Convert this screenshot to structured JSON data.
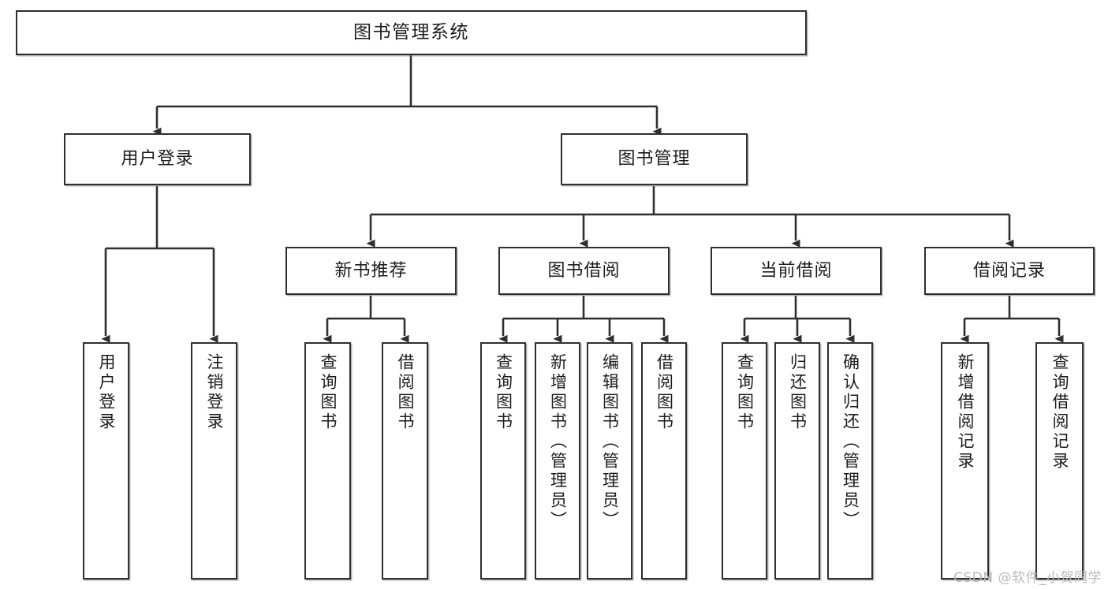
{
  "diagram": {
    "type": "tree-hierarchy-functional-decomposition",
    "root": {
      "id": "root",
      "label": "图书管理系统"
    },
    "level2": [
      {
        "id": "user-login",
        "label": "用户登录"
      },
      {
        "id": "book-management",
        "label": "图书管理"
      }
    ],
    "level3": [
      {
        "id": "new-book-recommend",
        "label": "新书推荐",
        "parent": "book-management"
      },
      {
        "id": "book-borrow",
        "label": "图书借阅",
        "parent": "book-management"
      },
      {
        "id": "current-borrow",
        "label": "当前借阅",
        "parent": "book-management"
      },
      {
        "id": "borrow-record",
        "label": "借阅记录",
        "parent": "book-management"
      }
    ],
    "leaves": [
      {
        "id": "leaf-user-login",
        "label": "用户登录",
        "parent": "user-login"
      },
      {
        "id": "leaf-user-logout",
        "label": "注销登录",
        "parent": "user-login"
      },
      {
        "id": "leaf-query-book-1",
        "label": "查询图书",
        "parent": "new-book-recommend"
      },
      {
        "id": "leaf-borrow-book-1",
        "label": "借阅图书",
        "parent": "new-book-recommend"
      },
      {
        "id": "leaf-query-book-2",
        "label": "查询图书",
        "parent": "book-borrow"
      },
      {
        "id": "leaf-add-book",
        "label": "新增图书（管理员）",
        "parent": "book-borrow"
      },
      {
        "id": "leaf-edit-book",
        "label": "编辑图书（管理员）",
        "parent": "book-borrow"
      },
      {
        "id": "leaf-borrow-book-2",
        "label": "借阅图书",
        "parent": "book-borrow"
      },
      {
        "id": "leaf-query-book-3",
        "label": "查询图书",
        "parent": "current-borrow"
      },
      {
        "id": "leaf-return-book",
        "label": "归还图书",
        "parent": "current-borrow"
      },
      {
        "id": "leaf-confirm-return",
        "label": "确认归还（管理员）",
        "parent": "current-borrow"
      },
      {
        "id": "leaf-add-record",
        "label": "新增借阅记录",
        "parent": "borrow-record"
      },
      {
        "id": "leaf-query-record",
        "label": "查询借阅记录",
        "parent": "borrow-record"
      }
    ],
    "colors": {
      "stroke": "#2f2f2f",
      "box_fill": "#ffffff",
      "text": "#1c1c1c",
      "background": "#ffffff",
      "watermark": "#b9b9b9"
    }
  },
  "watermark": {
    "text": "CSDN @软件_小贺同学"
  }
}
